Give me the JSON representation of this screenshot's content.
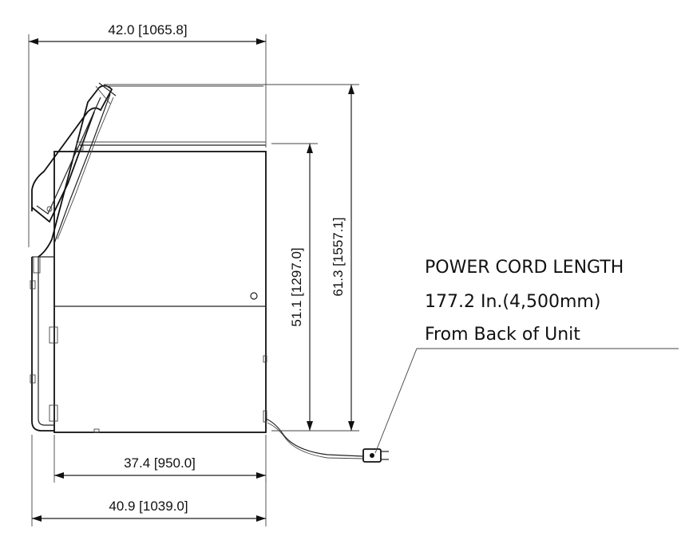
{
  "dimensions": {
    "overall_width": "42.0 [1065.8]",
    "base_depth": "37.4 [950.0]",
    "overall_depth": "40.9 [1039.0]",
    "closed_height": "51.1 [1297.0]",
    "open_height": "61.3 [1557.1]"
  },
  "note": {
    "line1": "POWER CORD LENGTH",
    "line2": "177.2 In.(4,500mm)",
    "line3": "From Back of Unit"
  }
}
